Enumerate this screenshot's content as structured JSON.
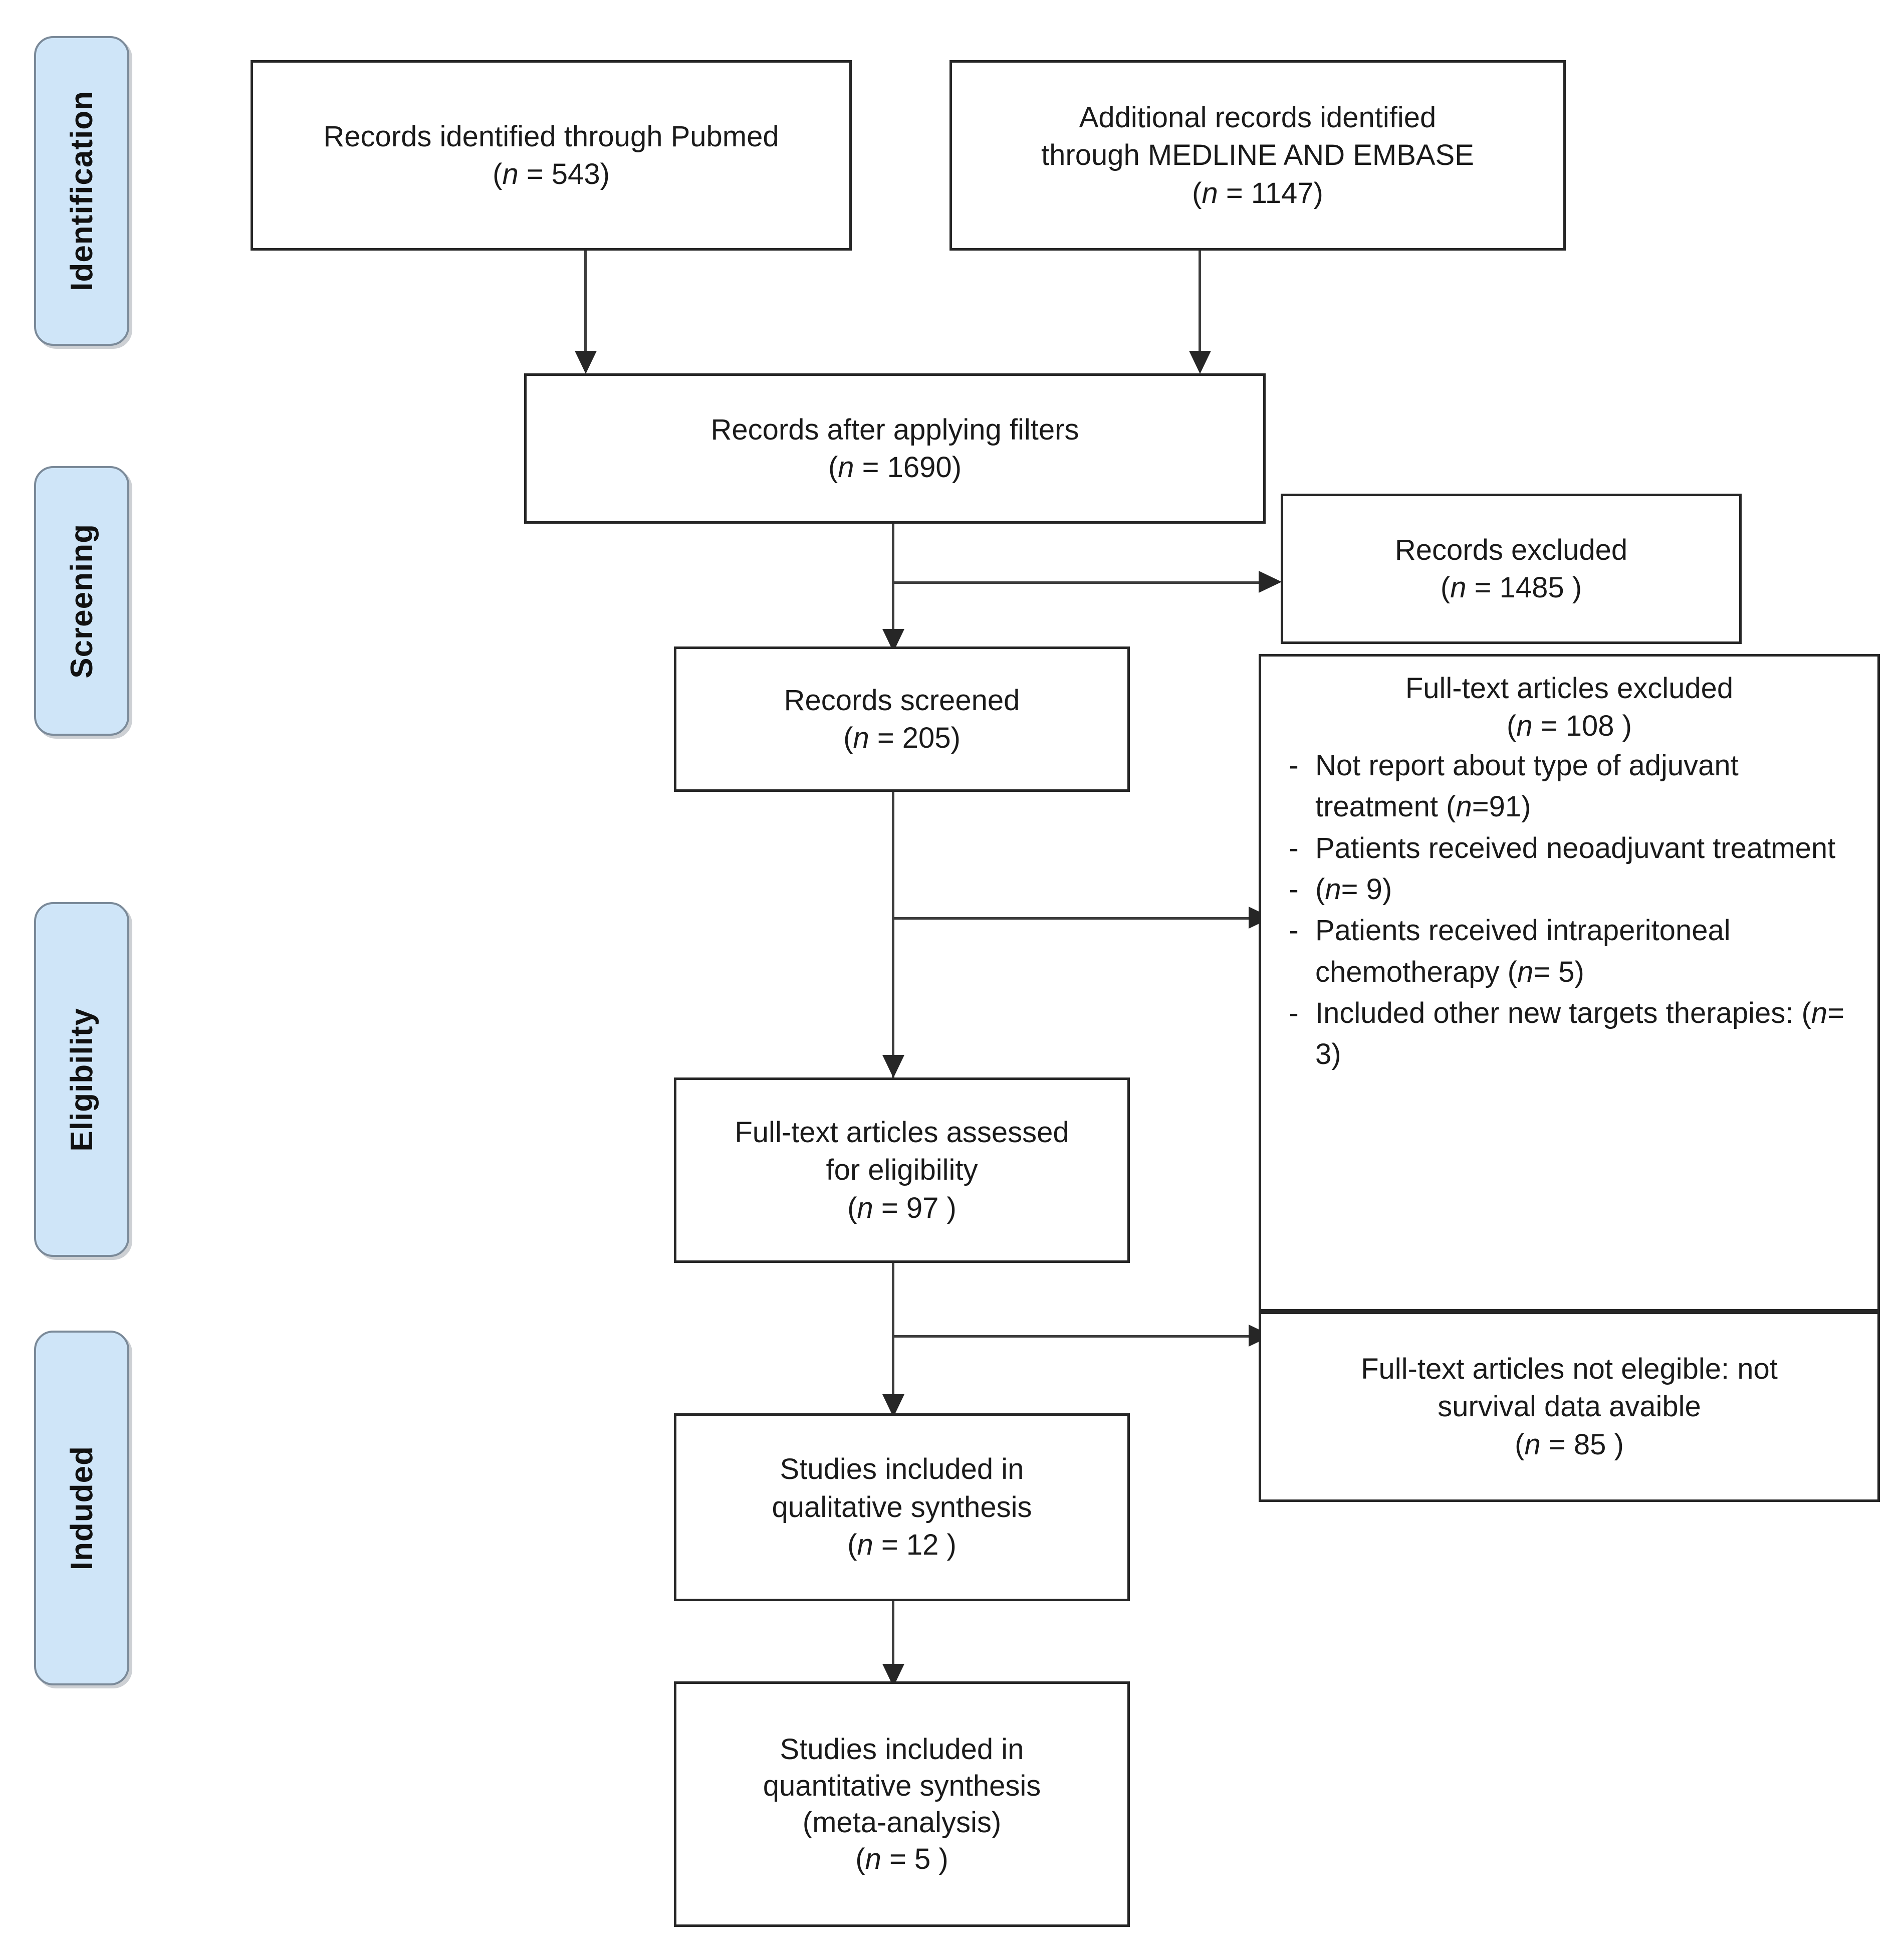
{
  "diagram": {
    "title": "PRISMA flow diagram",
    "type": "prisma-flowchart",
    "accent_color": "#cfe5f8",
    "border_color": "#262626"
  },
  "stages": [
    {
      "label": "Identification"
    },
    {
      "label": "Screening"
    },
    {
      "label": "Eligibility"
    },
    {
      "label": "Induded"
    }
  ],
  "boxes": {
    "pubmed": {
      "line1": "Records identified through Pubmed",
      "line2_prefix": "(",
      "line2_n": "n",
      "line2_suffix": " = 543)"
    },
    "additional": {
      "line1": "Additional records identified",
      "line2": "through MEDLINE AND EMBASE",
      "line3_prefix": "(",
      "line3_n": "n",
      "line3_suffix": " = 1147)"
    },
    "filters": {
      "line1": "Records after applying filters",
      "line2_prefix": "(",
      "line2_n": "n",
      "line2_suffix": " = 1690)"
    },
    "records_excluded": {
      "line1": "Records excluded",
      "line2_prefix": "(",
      "line2_n": "n",
      "line2_suffix": " = 1485  )"
    },
    "records_screened": {
      "line1": "Records screened",
      "line2_prefix": "(",
      "line2_n": "n",
      "line2_suffix": " =  205)"
    },
    "fulltext_excluded": {
      "header_line1": "Full-text articles excluded",
      "header_line2_prefix": "(",
      "header_line2_n": "n",
      "header_line2_suffix": " = 108 )",
      "bullet_marker": "-",
      "items": [
        {
          "text": "Not report about type of adjuvant treatment (",
          "n": "n",
          "tail": "=91)"
        },
        {
          "text": "Patients received neoadjuvant treatment",
          "n": "",
          "tail": ""
        },
        {
          "text": "(",
          "n": "n",
          "tail": "= 9)"
        },
        {
          "text": "Patients received intraperitoneal chemotherapy (",
          "n": "n",
          "tail": "= 5)"
        },
        {
          "text": "Included other new targets therapies: (",
          "n": "n",
          "tail": "= 3)"
        }
      ]
    },
    "not_eligible": {
      "line1": "Full-text articles not elegible: not",
      "line2": "survival data avaible",
      "line3_prefix": "(",
      "line3_n": "n",
      "line3_suffix": " = 85 )"
    },
    "fulltext_assessed": {
      "line1": "Full-text articles assessed",
      "line2": "for eligibility",
      "line3_prefix": "(",
      "line3_n": "n",
      "line3_suffix": " = 97  )"
    },
    "qualitative": {
      "line1": "Studies included in",
      "line2": "qualitative synthesis",
      "line3_prefix": "(",
      "line3_n": "n",
      "line3_suffix": " = 12   )"
    },
    "quantitative": {
      "line1": "Studies included in",
      "line2": "quantitative synthesis",
      "line3": "(meta-analysis)",
      "line4_prefix": "(",
      "line4_n": "n",
      "line4_suffix": " =  5 )"
    }
  },
  "chart_data": {
    "type": "flow",
    "title": "PRISMA study selection flow",
    "nodes": [
      {
        "id": "pubmed",
        "label": "Records identified through Pubmed",
        "n": 543
      },
      {
        "id": "additional",
        "label": "Additional records identified through MEDLINE AND EMBASE",
        "n": 1147
      },
      {
        "id": "filters",
        "label": "Records after applying filters",
        "n": 1690
      },
      {
        "id": "records_excluded",
        "label": "Records excluded",
        "n": 1485
      },
      {
        "id": "records_screened",
        "label": "Records screened",
        "n": 205
      },
      {
        "id": "fulltext_excluded",
        "label": "Full-text articles excluded",
        "n": 108
      },
      {
        "id": "fulltext_assessed",
        "label": "Full-text articles assessed for eligibility",
        "n": 97
      },
      {
        "id": "not_eligible",
        "label": "Full-text articles not elegible: not survival data avaible",
        "n": 85
      },
      {
        "id": "qualitative",
        "label": "Studies included in qualitative synthesis",
        "n": 12
      },
      {
        "id": "quantitative",
        "label": "Studies included in quantitative synthesis (meta-analysis)",
        "n": 5
      }
    ],
    "exclusion_reasons": [
      {
        "reason": "Not report about type of adjuvant treatment",
        "n": 91
      },
      {
        "reason": "Patients received neoadjuvant treatment",
        "n": 9
      },
      {
        "reason": "Patients received intraperitoneal chemotherapy",
        "n": 5
      },
      {
        "reason": "Included other new targets therapies",
        "n": 3
      }
    ],
    "edges": [
      {
        "from": "pubmed",
        "to": "filters"
      },
      {
        "from": "additional",
        "to": "filters"
      },
      {
        "from": "filters",
        "to": "records_excluded"
      },
      {
        "from": "filters",
        "to": "records_screened"
      },
      {
        "from": "records_screened",
        "to": "fulltext_excluded"
      },
      {
        "from": "records_screened",
        "to": "fulltext_assessed"
      },
      {
        "from": "fulltext_assessed",
        "to": "not_eligible"
      },
      {
        "from": "fulltext_assessed",
        "to": "qualitative"
      },
      {
        "from": "qualitative",
        "to": "quantitative"
      }
    ],
    "stages": [
      "Identification",
      "Screening",
      "Eligibility",
      "Induded"
    ]
  }
}
